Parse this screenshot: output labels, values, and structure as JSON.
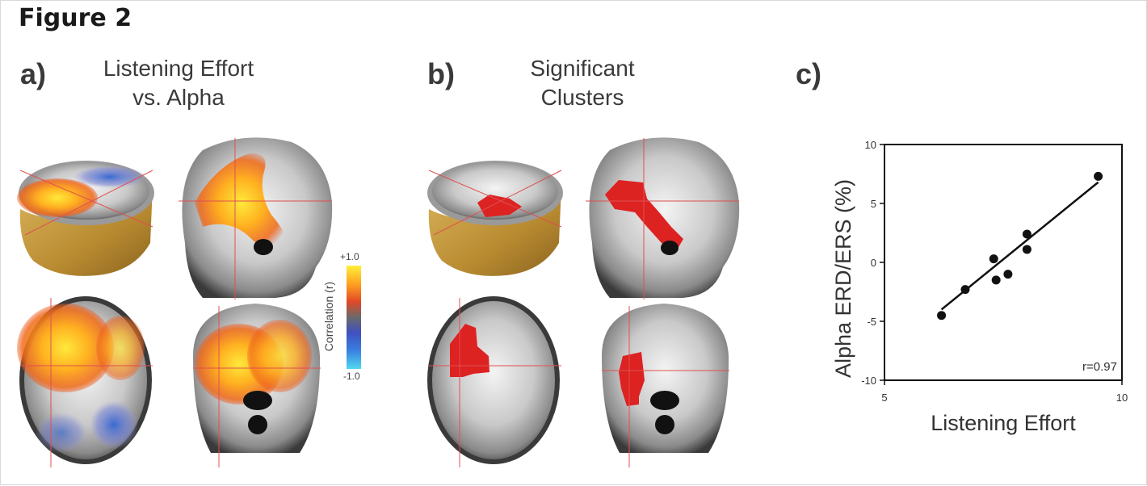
{
  "figure": {
    "title": "Figure 2"
  },
  "panel_a": {
    "letter": "a)",
    "title_line1": "Listening Effort",
    "title_line2": "vs. Alpha"
  },
  "panel_b": {
    "letter": "b)",
    "title_line1": "Significant",
    "title_line2": "Clusters"
  },
  "panel_c": {
    "letter": "c)"
  },
  "colorbar": {
    "label": "Correlation (r)",
    "max_label": "+1.0",
    "min_label": "-1.0"
  },
  "colors": {
    "head": "#c9a24a",
    "positive": "#ffd23a",
    "cluster": "#dd2222",
    "negative": "#3a5fc8"
  },
  "chart_data": {
    "type": "scatter",
    "xlabel": "Listening Effort",
    "ylabel": "Alpha ERD/ERS (%)",
    "xlim": [
      5,
      10
    ],
    "ylim": [
      -10,
      10
    ],
    "x_ticks": [
      "5",
      "10"
    ],
    "y_ticks": [
      "-10",
      "-5",
      "0",
      "5",
      "10"
    ],
    "points": [
      {
        "x": 6.2,
        "y": -4.5
      },
      {
        "x": 6.7,
        "y": -2.3
      },
      {
        "x": 7.3,
        "y": 0.3
      },
      {
        "x": 7.35,
        "y": -1.5
      },
      {
        "x": 7.6,
        "y": -1.0
      },
      {
        "x": 8.0,
        "y": 2.4
      },
      {
        "x": 8.0,
        "y": 1.1
      },
      {
        "x": 9.5,
        "y": 7.3
      }
    ],
    "fit_line": [
      {
        "x": 6.2,
        "y": -4.0
      },
      {
        "x": 9.5,
        "y": 6.8
      }
    ],
    "annotation": "r=0.97"
  }
}
